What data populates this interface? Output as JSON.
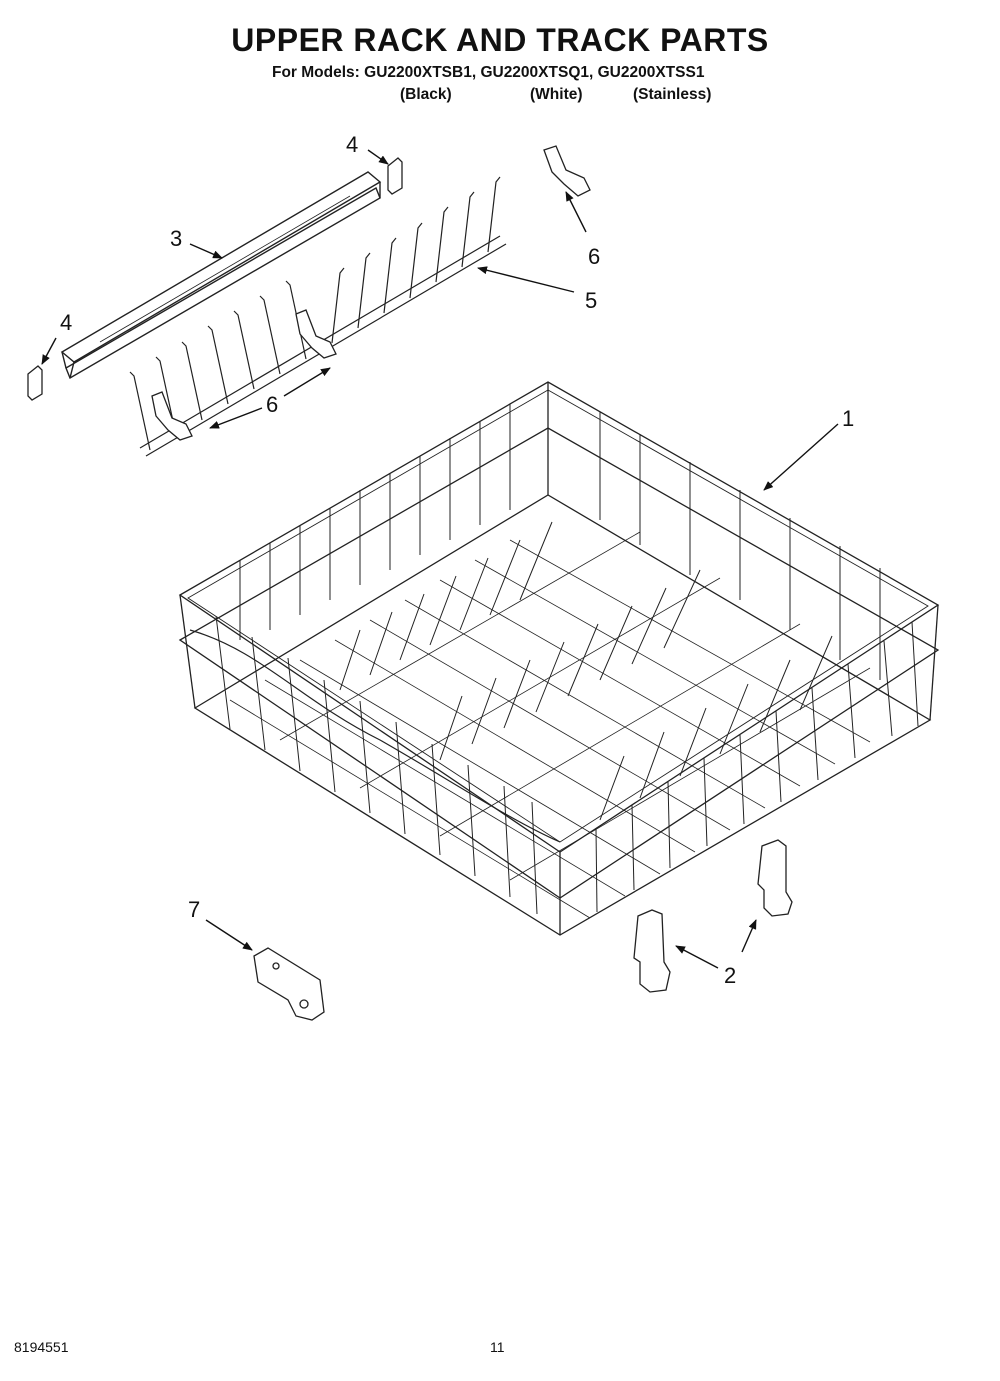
{
  "header": {
    "title": "UPPER RACK AND TRACK PARTS",
    "models_line": "For Models: GU2200XTSB1, GU2200XTSQ1, GU2200XTSS1",
    "variants": [
      "(Black)",
      "(White)",
      "(Stainless)"
    ]
  },
  "callouts": [
    "1",
    "2",
    "3",
    "4",
    "4",
    "5",
    "6",
    "6",
    "7"
  ],
  "footer": {
    "doc_number": "8194551",
    "page_number": "11"
  }
}
